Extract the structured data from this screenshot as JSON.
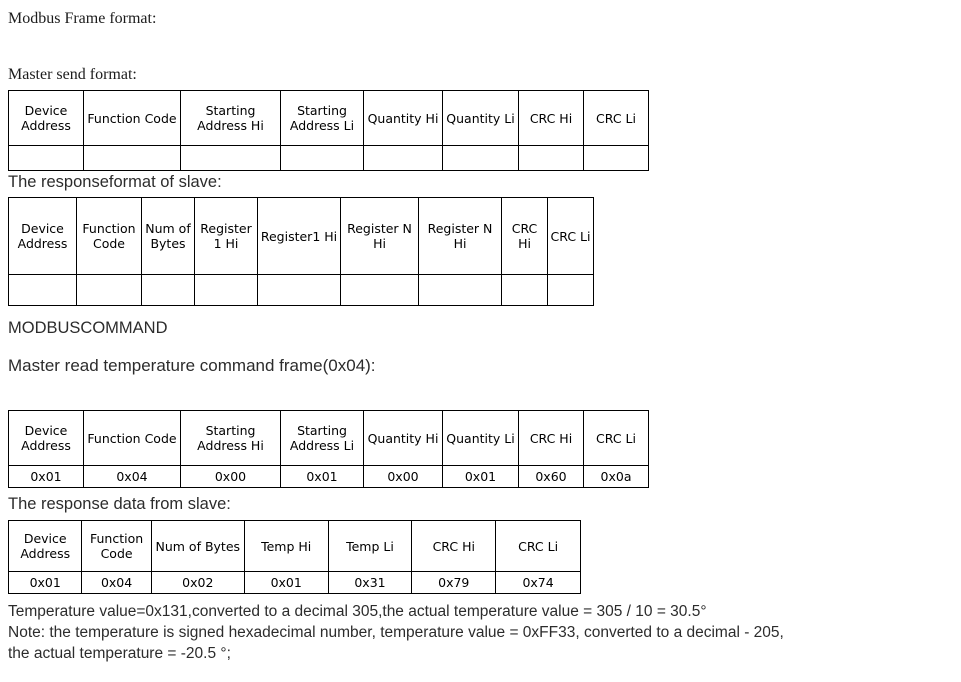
{
  "document": {
    "title": "Modbus Frame format:",
    "headings": {
      "master_send": "Master send format:",
      "slave_response_format": "The responseformat of slave:",
      "modbus_command": "MODBUSCOMMAND",
      "master_read_temp": "Master read temperature command frame(0x04):",
      "slave_response_data": "The response data from slave:"
    }
  },
  "tables": {
    "master_send_format": {
      "columns": [
        "Device Address",
        "Function Code",
        "Starting Address Hi",
        "Starting Address Li",
        "Quantity Hi",
        "Quantity Li",
        "CRC Hi",
        "CRC Li"
      ],
      "values": [
        "",
        "",
        "",
        "",
        "",
        "",
        "",
        ""
      ]
    },
    "slave_response_format": {
      "columns": [
        "Device Address",
        "Function Code",
        "Num of Bytes",
        "Register 1 Hi",
        "Register1 Hi",
        "Register N Hi",
        "Register N Hi",
        "CRC Hi",
        "CRC Li"
      ],
      "values": [
        "",
        "",
        "",
        "",
        "",
        "",
        "",
        "",
        ""
      ]
    },
    "master_read_temperature": {
      "columns": [
        "Device Address",
        "Function Code",
        "Starting Address Hi",
        "Starting Address Li",
        "Quantity Hi",
        "Quantity Li",
        "CRC Hi",
        "CRC Li"
      ],
      "values": [
        "0x01",
        "0x04",
        "0x00",
        "0x01",
        "0x00",
        "0x01",
        "0x60",
        "0x0a"
      ]
    },
    "slave_response_data": {
      "columns": [
        "Device Address",
        "Function Code",
        "Num of Bytes",
        "Temp Hi",
        "Temp Li",
        "CRC Hi",
        "CRC Li"
      ],
      "values": [
        "0x01",
        "0x04",
        "0x02",
        "0x01",
        "0x31",
        "0x79",
        "0x74"
      ]
    }
  },
  "notes": {
    "line1": "Temperature value=0x131,converted to a decimal 305,the actual temperature value = 305 / 10 = 30.5°",
    "line2": "Note: the temperature is signed hexadecimal number, temperature value = 0xFF33, converted to a decimal - 205,",
    "line3": "the actual temperature = -20.5 °;"
  }
}
